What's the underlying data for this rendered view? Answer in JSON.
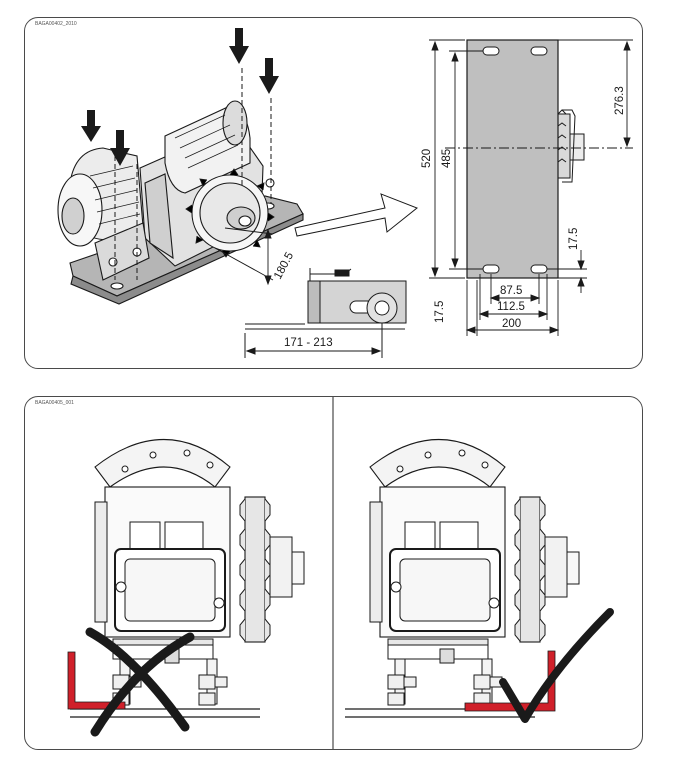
{
  "top_panel": {
    "code": "BAGA00402_2010",
    "dimensions": {
      "height_total": "520",
      "height_holes": "485",
      "pinion_offset": "276.3",
      "side_offset": "17.5",
      "bottom_offset": "17.5",
      "width_inner": "87.5",
      "width_mid": "112.5",
      "width_total": "200",
      "rack_height": "180.5",
      "rack_range": "171 - 213"
    }
  },
  "bottom_panel": {
    "code": "BAGA00405_001",
    "left_verdict": "incorrect",
    "right_verdict": "correct",
    "colors": {
      "bracket": "#d0202a",
      "cross": "#1a1a1a",
      "check": "#1a1a1a"
    }
  }
}
